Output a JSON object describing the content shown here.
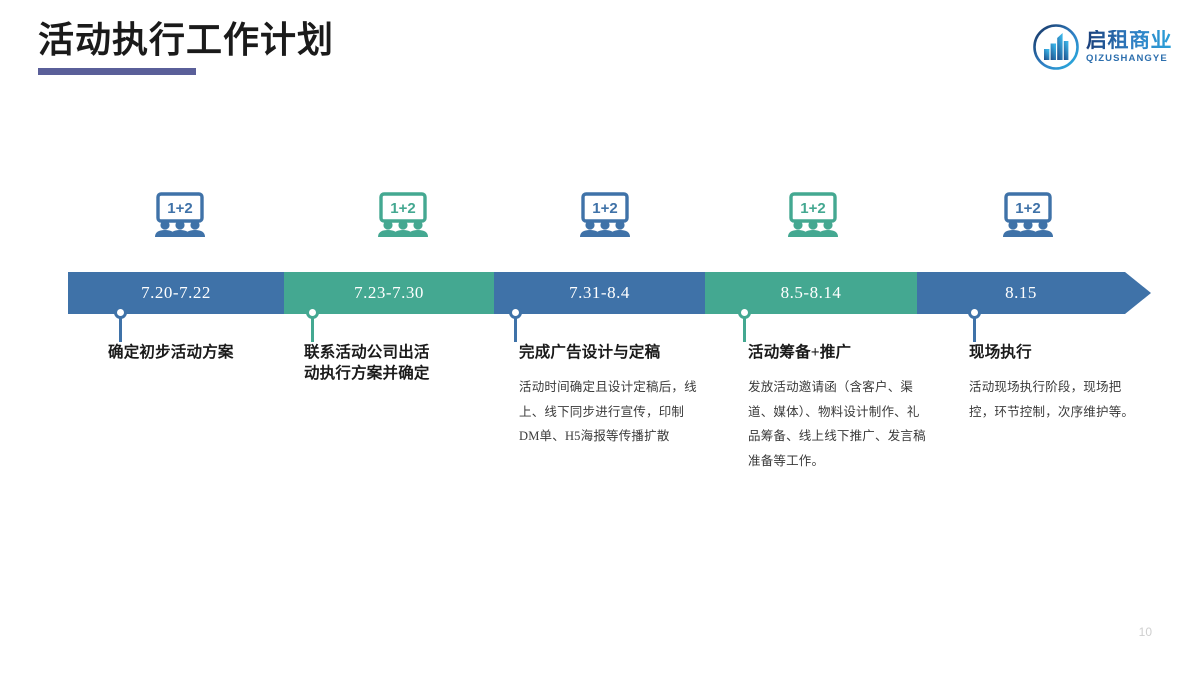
{
  "header": {
    "title": "活动执行工作计划",
    "rule_color": "#5A5F99"
  },
  "logo": {
    "icon_name": "building-circle-logo-icon",
    "name_cn": "启租商业",
    "name_en": "QIZUSHANGYE",
    "color": "#2d6fae"
  },
  "theme": {
    "blue": "#3F72A8",
    "green": "#44A891",
    "bar_text": "#ffffff"
  },
  "page": {
    "number": "10"
  },
  "timeline": {
    "icon_label": "1+2",
    "icon_name": "presentation-audience-icon",
    "steps": [
      {
        "period": "7.20-7.22",
        "color": "#3F72A8",
        "heading": "确定初步活动方案",
        "body": ""
      },
      {
        "period": "7.23-7.30",
        "color": "#44A891",
        "heading": "联系活动公司出活\n动执行方案并确定",
        "body": ""
      },
      {
        "period": "7.31-8.4",
        "color": "#3F72A8",
        "heading": "完成广告设计与定稿",
        "body": "活动时间确定且设计定稿后，线上、线下同步进行宣传，印制DM单、H5海报等传播扩散"
      },
      {
        "period": "8.5-8.14",
        "color": "#44A891",
        "heading": "活动筹备+推广",
        "body": "发放活动邀请函（含客户、渠道、媒体）、物料设计制作、礼品筹备、线上线下推广、发言稿准备等工作。"
      },
      {
        "period": "8.15",
        "color": "#3F72A8",
        "heading": "现场执行",
        "body": "活动现场执行阶段，现场把控，环节控制，次序维护等。"
      }
    ]
  }
}
